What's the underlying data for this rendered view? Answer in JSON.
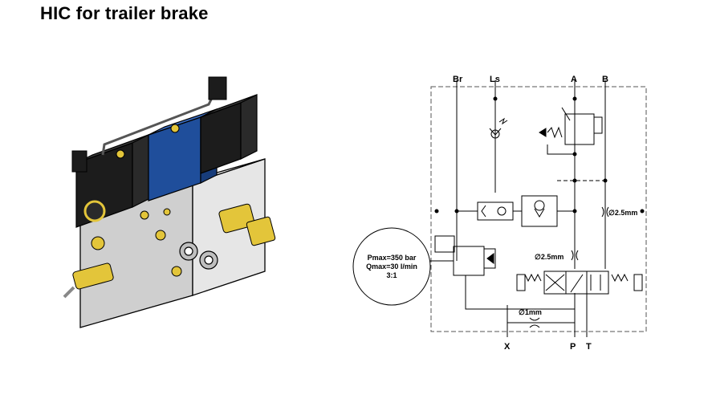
{
  "title": "HIC for trailer brake",
  "ports": {
    "br": "Br",
    "ls": "Ls",
    "a": "A",
    "b": "B",
    "x": "X",
    "p": "P",
    "t": "T"
  },
  "orifices": {
    "o1": "∅2.5mm",
    "o2": "∅2.5mm",
    "o3": "∅1mm"
  },
  "callout": {
    "line1": "Pmax=350 bar",
    "line2": "Qmax=30 l/min",
    "line3": "3:1"
  },
  "colors": {
    "block": "#d9d9d9",
    "coil": "#1c1c1c",
    "valve_body": "#1f4e9b",
    "fittings": "#e3c53a",
    "lines": "#000000",
    "dashed": "#555555"
  }
}
